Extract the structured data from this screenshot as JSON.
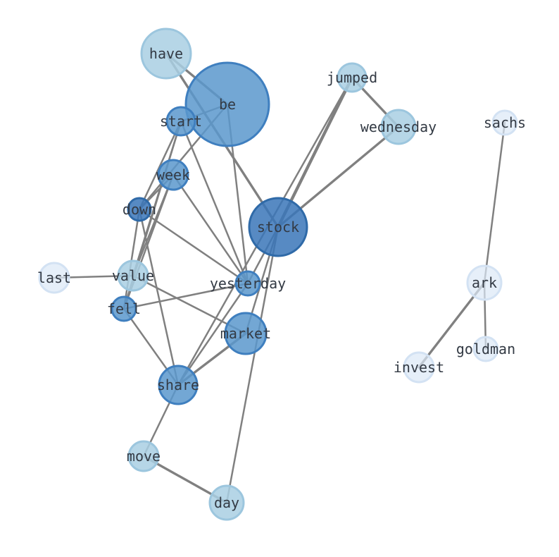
{
  "colors": {
    "edge": "#808080",
    "label": "#333a44",
    "node_palette": {
      "dark": "#3a76b8",
      "medium": "#5b98cc",
      "light": "#a9cfe3",
      "faint": "#dce8f6"
    }
  },
  "nodes": [
    {
      "id": "have",
      "label": "have",
      "tone": "light"
    },
    {
      "id": "be",
      "label": "be",
      "tone": "medium"
    },
    {
      "id": "jumped",
      "label": "jumped",
      "tone": "light"
    },
    {
      "id": "wednesday",
      "label": "wednesday",
      "tone": "light"
    },
    {
      "id": "sachs",
      "label": "sachs",
      "tone": "faint"
    },
    {
      "id": "start",
      "label": "start",
      "tone": "medium"
    },
    {
      "id": "week",
      "label": "week",
      "tone": "medium"
    },
    {
      "id": "down",
      "label": "down",
      "tone": "dark"
    },
    {
      "id": "stock",
      "label": "stock",
      "tone": "dark"
    },
    {
      "id": "last",
      "label": "last",
      "tone": "faint"
    },
    {
      "id": "value",
      "label": "value",
      "tone": "light"
    },
    {
      "id": "yesterday",
      "label": "yesterday",
      "tone": "medium"
    },
    {
      "id": "ark",
      "label": "ark",
      "tone": "faint"
    },
    {
      "id": "fell",
      "label": "fell",
      "tone": "medium"
    },
    {
      "id": "market",
      "label": "market",
      "tone": "medium"
    },
    {
      "id": "goldman",
      "label": "goldman",
      "tone": "faint"
    },
    {
      "id": "invest",
      "label": "invest",
      "tone": "faint"
    },
    {
      "id": "share",
      "label": "share",
      "tone": "medium"
    },
    {
      "id": "move",
      "label": "move",
      "tone": "light"
    },
    {
      "id": "day",
      "label": "day",
      "tone": "light"
    }
  ],
  "edges": [
    {
      "source": "have",
      "target": "be",
      "weight": 2
    },
    {
      "source": "have",
      "target": "stock",
      "weight": 2
    },
    {
      "source": "be",
      "target": "start",
      "weight": 1
    },
    {
      "source": "be",
      "target": "down",
      "weight": 1
    },
    {
      "source": "be",
      "target": "yesterday",
      "weight": 1
    },
    {
      "source": "jumped",
      "target": "wednesday",
      "weight": 2
    },
    {
      "source": "jumped",
      "target": "stock",
      "weight": 3
    },
    {
      "source": "jumped",
      "target": "share",
      "weight": 1
    },
    {
      "source": "wednesday",
      "target": "stock",
      "weight": 2
    },
    {
      "source": "sachs",
      "target": "ark",
      "weight": 1
    },
    {
      "source": "start",
      "target": "down",
      "weight": 1
    },
    {
      "source": "start",
      "target": "fell",
      "weight": 1
    },
    {
      "source": "start",
      "target": "yesterday",
      "weight": 1
    },
    {
      "source": "start",
      "target": "value",
      "weight": 1
    },
    {
      "source": "week",
      "target": "down",
      "weight": 1
    },
    {
      "source": "week",
      "target": "fell",
      "weight": 1
    },
    {
      "source": "week",
      "target": "yesterday",
      "weight": 1
    },
    {
      "source": "week",
      "target": "value",
      "weight": 1
    },
    {
      "source": "down",
      "target": "fell",
      "weight": 1
    },
    {
      "source": "down",
      "target": "yesterday",
      "weight": 1
    },
    {
      "source": "down",
      "target": "share",
      "weight": 1
    },
    {
      "source": "stock",
      "target": "yesterday",
      "weight": 1
    },
    {
      "source": "stock",
      "target": "market",
      "weight": 1
    },
    {
      "source": "stock",
      "target": "day",
      "weight": 1
    },
    {
      "source": "last",
      "target": "value",
      "weight": 1
    },
    {
      "source": "value",
      "target": "market",
      "weight": 1
    },
    {
      "source": "yesterday",
      "target": "fell",
      "weight": 1
    },
    {
      "source": "yesterday",
      "target": "share",
      "weight": 1
    },
    {
      "source": "fell",
      "target": "share",
      "weight": 1
    },
    {
      "source": "market",
      "target": "share",
      "weight": 2
    },
    {
      "source": "ark",
      "target": "goldman",
      "weight": 1
    },
    {
      "source": "ark",
      "target": "invest",
      "weight": 2
    },
    {
      "source": "share",
      "target": "move",
      "weight": 1
    },
    {
      "source": "move",
      "target": "day",
      "weight": 2
    }
  ]
}
